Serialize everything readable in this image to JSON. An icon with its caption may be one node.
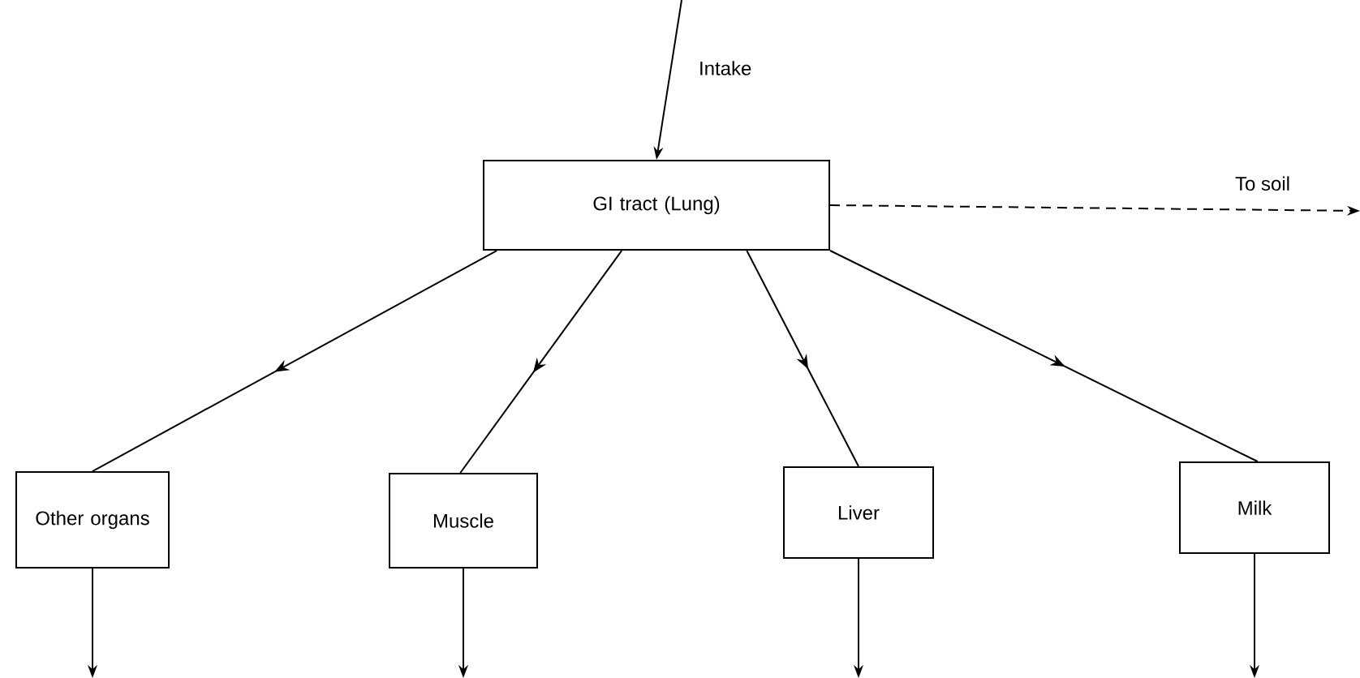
{
  "diagram": {
    "nodes": [
      {
        "text": [
          "GI tract (Lung)"
        ]
      },
      {
        "text": [
          "Other organs"
        ]
      },
      {
        "text": [
          "Muscle"
        ]
      },
      {
        "text": [
          "Liver"
        ]
      },
      {
        "text": [
          "Milk"
        ]
      }
    ],
    "edges": [
      {
        "from": null,
        "to": 0,
        "arrow": "to",
        "label": "Intake"
      },
      {
        "from": 0,
        "to": null,
        "arrow": "to",
        "label": "To soil",
        "style": "dashed"
      },
      {
        "from": 0,
        "to": 1,
        "arrow": "to"
      },
      {
        "from": 0,
        "to": 2,
        "arrow": "to"
      },
      {
        "from": 0,
        "to": 3,
        "arrow": "to"
      },
      {
        "from": 0,
        "to": 4,
        "arrow": "to"
      },
      {
        "from": 1,
        "to": null,
        "arrow": "to"
      },
      {
        "from": 2,
        "to": null,
        "arrow": "to"
      },
      {
        "from": 3,
        "to": null,
        "arrow": "to"
      },
      {
        "from": 4,
        "to": null,
        "arrow": "to"
      }
    ]
  }
}
